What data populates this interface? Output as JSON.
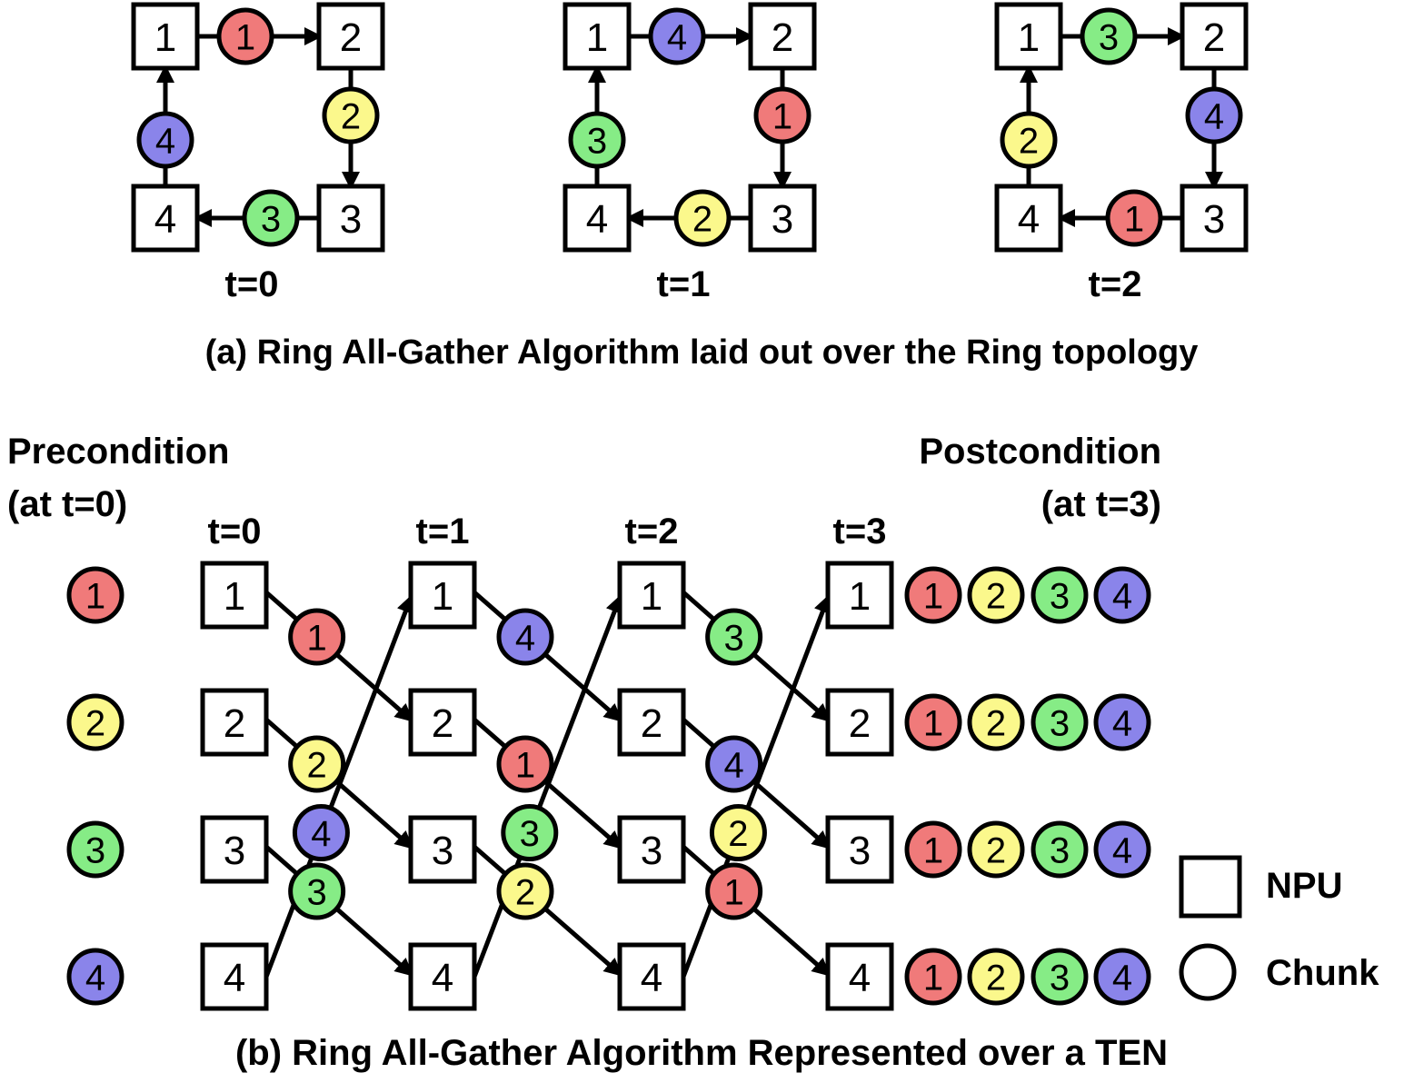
{
  "colors": {
    "chunk_1": "#f07a7a",
    "chunk_2": "#fbf88c",
    "chunk_3": "#86ec86",
    "chunk_4": "#8a84ea",
    "stroke": "#000000",
    "node_fill": "#ffffff"
  },
  "part_a": {
    "caption": "(a) Ring All-Gather Algorithm laid out over the Ring topology",
    "panels": [
      {
        "time_label": "t=0",
        "chunks": {
          "top": "1",
          "right": "2",
          "bottom": "3",
          "left": "4"
        }
      },
      {
        "time_label": "t=1",
        "chunks": {
          "top": "4",
          "right": "1",
          "bottom": "2",
          "left": "3"
        }
      },
      {
        "time_label": "t=2",
        "chunks": {
          "top": "3",
          "right": "4",
          "bottom": "1",
          "left": "2"
        }
      }
    ],
    "npus": [
      "1",
      "2",
      "3",
      "4"
    ]
  },
  "part_b": {
    "caption": "(b) Ring All-Gather Algorithm Represented over a TEN",
    "precondition_label": "Precondition",
    "precondition_sub": "(at t=0)",
    "postcondition_label": "Postcondition",
    "postcondition_sub": "(at t=3)",
    "precondition_chunks": [
      "1",
      "2",
      "3",
      "4"
    ],
    "time_labels": [
      "t=0",
      "t=1",
      "t=2",
      "t=3"
    ],
    "npus": [
      "1",
      "2",
      "3",
      "4"
    ],
    "transfers": [
      {
        "step": 0,
        "from": 1,
        "to": 2,
        "chunk": "1"
      },
      {
        "step": 0,
        "from": 2,
        "to": 3,
        "chunk": "2"
      },
      {
        "step": 0,
        "from": 3,
        "to": 4,
        "chunk": "3"
      },
      {
        "step": 0,
        "from": 4,
        "to": 1,
        "chunk": "4"
      },
      {
        "step": 1,
        "from": 1,
        "to": 2,
        "chunk": "4"
      },
      {
        "step": 1,
        "from": 2,
        "to": 3,
        "chunk": "1"
      },
      {
        "step": 1,
        "from": 3,
        "to": 4,
        "chunk": "2"
      },
      {
        "step": 1,
        "from": 4,
        "to": 1,
        "chunk": "3"
      },
      {
        "step": 2,
        "from": 1,
        "to": 2,
        "chunk": "3"
      },
      {
        "step": 2,
        "from": 2,
        "to": 3,
        "chunk": "4"
      },
      {
        "step": 2,
        "from": 3,
        "to": 4,
        "chunk": "1"
      },
      {
        "step": 2,
        "from": 4,
        "to": 1,
        "chunk": "2"
      }
    ],
    "postcondition_chunks": [
      "1",
      "2",
      "3",
      "4"
    ]
  },
  "legend": {
    "npu_label": "NPU",
    "chunk_label": "Chunk"
  }
}
